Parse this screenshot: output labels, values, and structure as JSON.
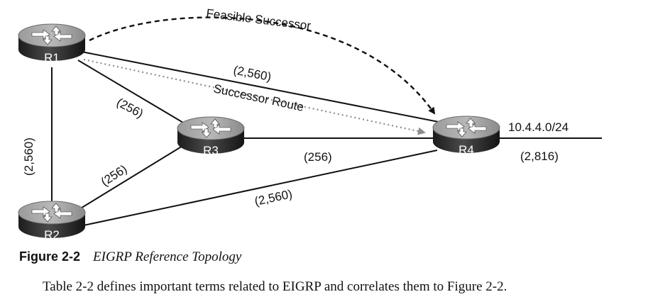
{
  "routers": {
    "r1": "R1",
    "r2": "R2",
    "r3": "R3",
    "r4": "R4"
  },
  "labels": {
    "feasible_successor": "Feasible Successor",
    "successor_route": "Successor Route",
    "r1_r4_metric": "(2,560)",
    "r1_r3_metric": "(256)",
    "r1_r2_metric": "(2,560)",
    "r2_r3_metric": "(256)",
    "r3_r4_metric": "(256)",
    "r2_r4_metric": "(2,560)",
    "network": "10.4.4.0/24",
    "network_metric": "(2,816)"
  },
  "caption": {
    "figure_number": "Figure 2-2",
    "title": "EIGRP Reference Topology"
  },
  "body_text": "Table 2-2 defines important terms related to EIGRP and correlates them to Figure 2-2."
}
